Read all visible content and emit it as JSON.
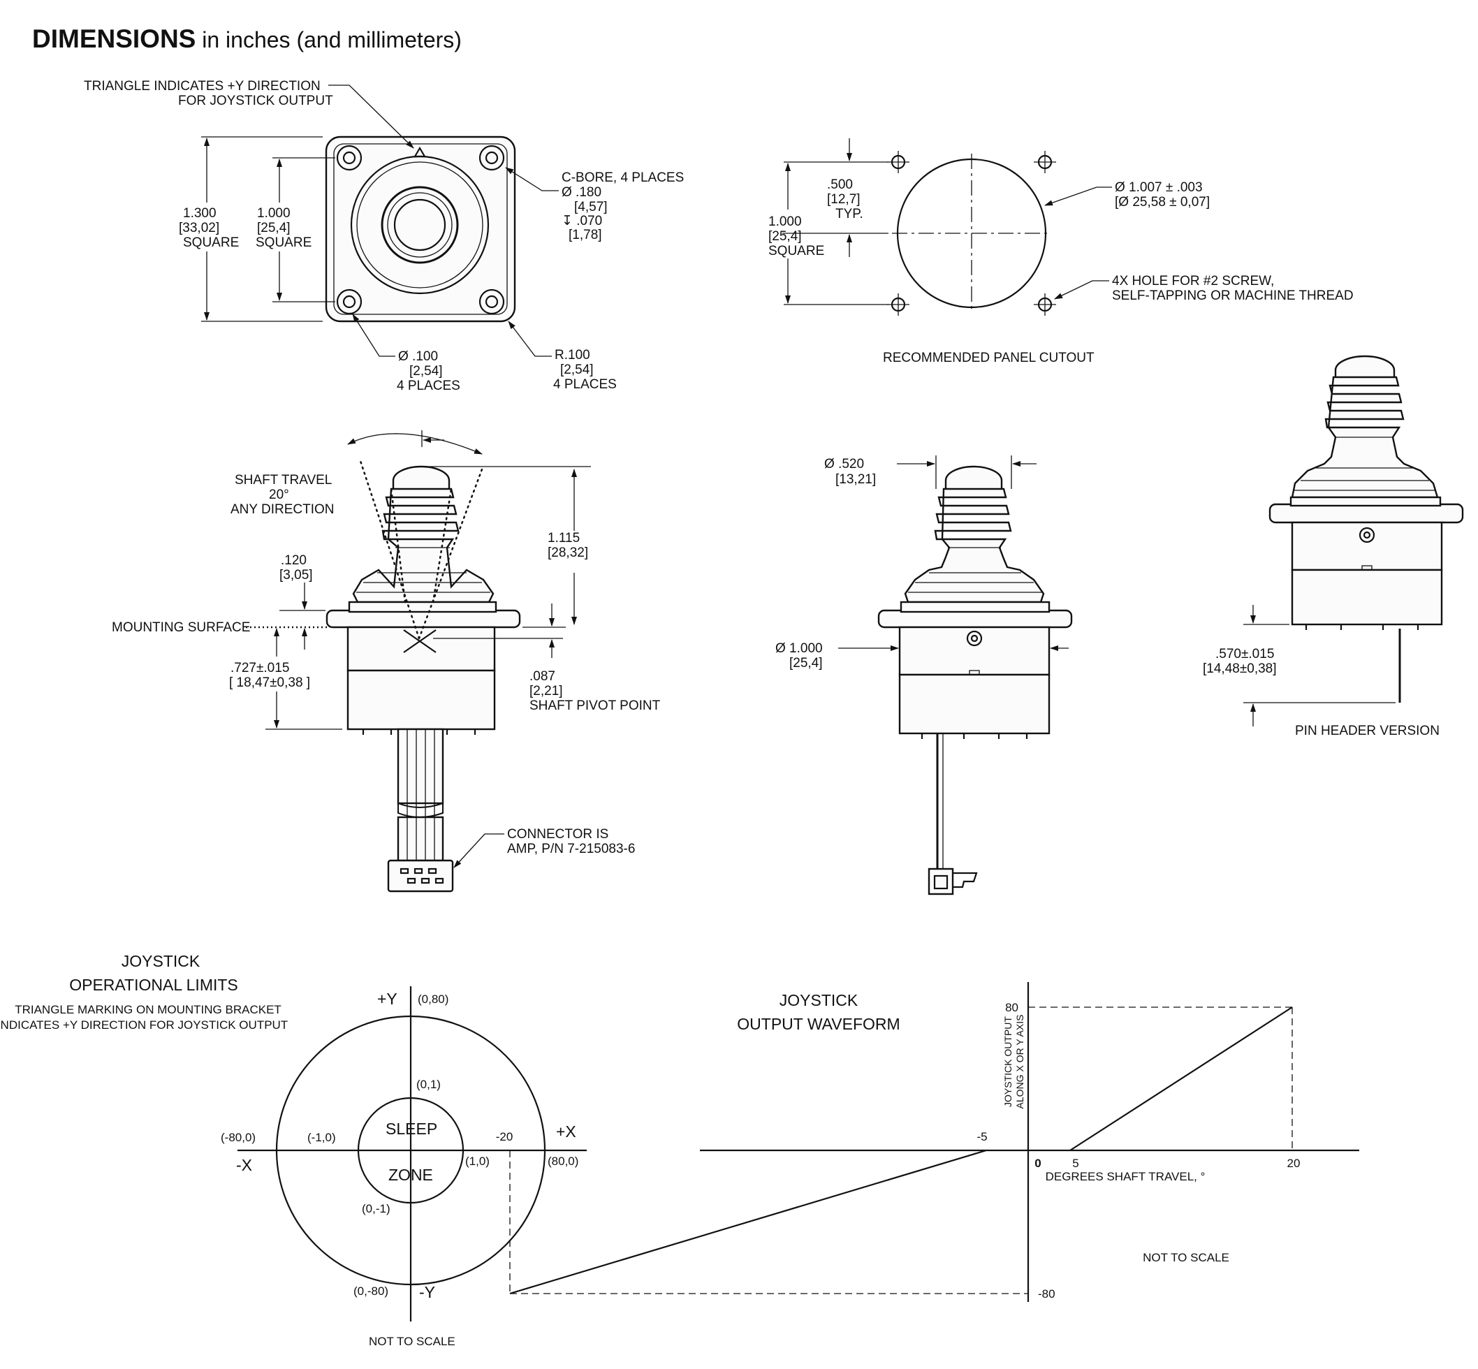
{
  "header": {
    "title_bold": "DIMENSIONS",
    "title_rest": " in inches (and millimeters)"
  },
  "top_view": {
    "triangle_note": [
      "TRIANGLE INDICATES +Y DIRECTION",
      "FOR JOYSTICK OUTPUT"
    ],
    "outer_square": [
      "1.300",
      "[33,02]",
      "SQUARE"
    ],
    "inner_square": [
      "1.000",
      "[25,4]",
      "SQUARE"
    ],
    "cbore": [
      "C-BORE, 4 PLACES",
      "Ø .180",
      "[4,57]",
      "↧ .070",
      "[1,78]"
    ],
    "hole": [
      "Ø .100",
      "[2,54]",
      "4 PLACES"
    ],
    "radius": [
      "R.100",
      "[2,54]",
      "4 PLACES"
    ]
  },
  "panel_cutout": {
    "pitch": [
      ".500",
      "[12,7]",
      "TYP."
    ],
    "square": [
      "1.000",
      "[25,4]",
      "SQUARE"
    ],
    "diameter": [
      "Ø 1.007 ± .003",
      "[Ø 25,58 ± 0,07]"
    ],
    "holes": [
      "4X HOLE FOR #2 SCREW,",
      "SELF-TAPPING OR MACHINE THREAD"
    ],
    "caption": "RECOMMENDED PANEL CUTOUT"
  },
  "side_view": {
    "travel": [
      "SHAFT TRAVEL",
      "20°",
      "ANY DIRECTION"
    ],
    "height": [
      "1.115",
      "[28,32]"
    ],
    "flange": [
      ".120",
      "[3,05]"
    ],
    "mounting": "MOUNTING SURFACE",
    "depth": [
      ".727±.015",
      "[ 18,47±0,38   ]"
    ],
    "pivot": [
      ".087",
      "[2,21]",
      "SHAFT PIVOT POINT"
    ],
    "connector": [
      "CONNECTOR IS",
      "AMP, P/N 7-215083-6"
    ]
  },
  "front_view": {
    "boot_dia": [
      "Ø .520",
      "[13,21]"
    ],
    "body_dia": [
      "Ø 1.000",
      "[25,4]"
    ]
  },
  "pin_view": {
    "pin": [
      ".570±.015",
      "[14,48±0,38]"
    ],
    "caption": "PIN HEADER VERSION"
  },
  "limits": {
    "title": [
      "JOYSTICK",
      "OPERATIONAL LIMITS"
    ],
    "note": [
      "TRIANGLE MARKING ON MOUNTING BRACKET",
      "INDICATES +Y DIRECTION FOR JOYSTICK OUTPUT"
    ],
    "plus_y": "+Y",
    "minus_y": "-Y",
    "plus_x": "+X",
    "minus_x": "-X",
    "p_top": "(0,80)",
    "p_bottom": "(0,-80)",
    "p_left": "(-80,0)",
    "p_right": "(80,0)",
    "z_top": "(0,1)",
    "z_bottom": "(0,-1)",
    "z_left": "(-1,0)",
    "z_right": "(1,0)",
    "sleep": "SLEEP",
    "zone": "ZONE",
    "not_to_scale": "NOT TO SCALE"
  },
  "waveform": {
    "title": [
      "JOYSTICK",
      "OUTPUT WAVEFORM"
    ],
    "ylabel": [
      "JOYSTICK OUTPUT",
      "ALONG X OR Y AXIS"
    ],
    "xlabel": "DEGREES SHAFT TRAVEL, °",
    "not_to_scale": "NOT TO SCALE",
    "x_ticks": [
      "-20",
      "-5",
      "0",
      "5",
      "20"
    ],
    "y_ticks": [
      "80",
      "-80"
    ],
    "chart_data": {
      "type": "line",
      "x": [
        -20,
        -5,
        5,
        20
      ],
      "series": [
        {
          "values": [
            -80,
            0,
            0,
            80
          ]
        }
      ]
    }
  }
}
